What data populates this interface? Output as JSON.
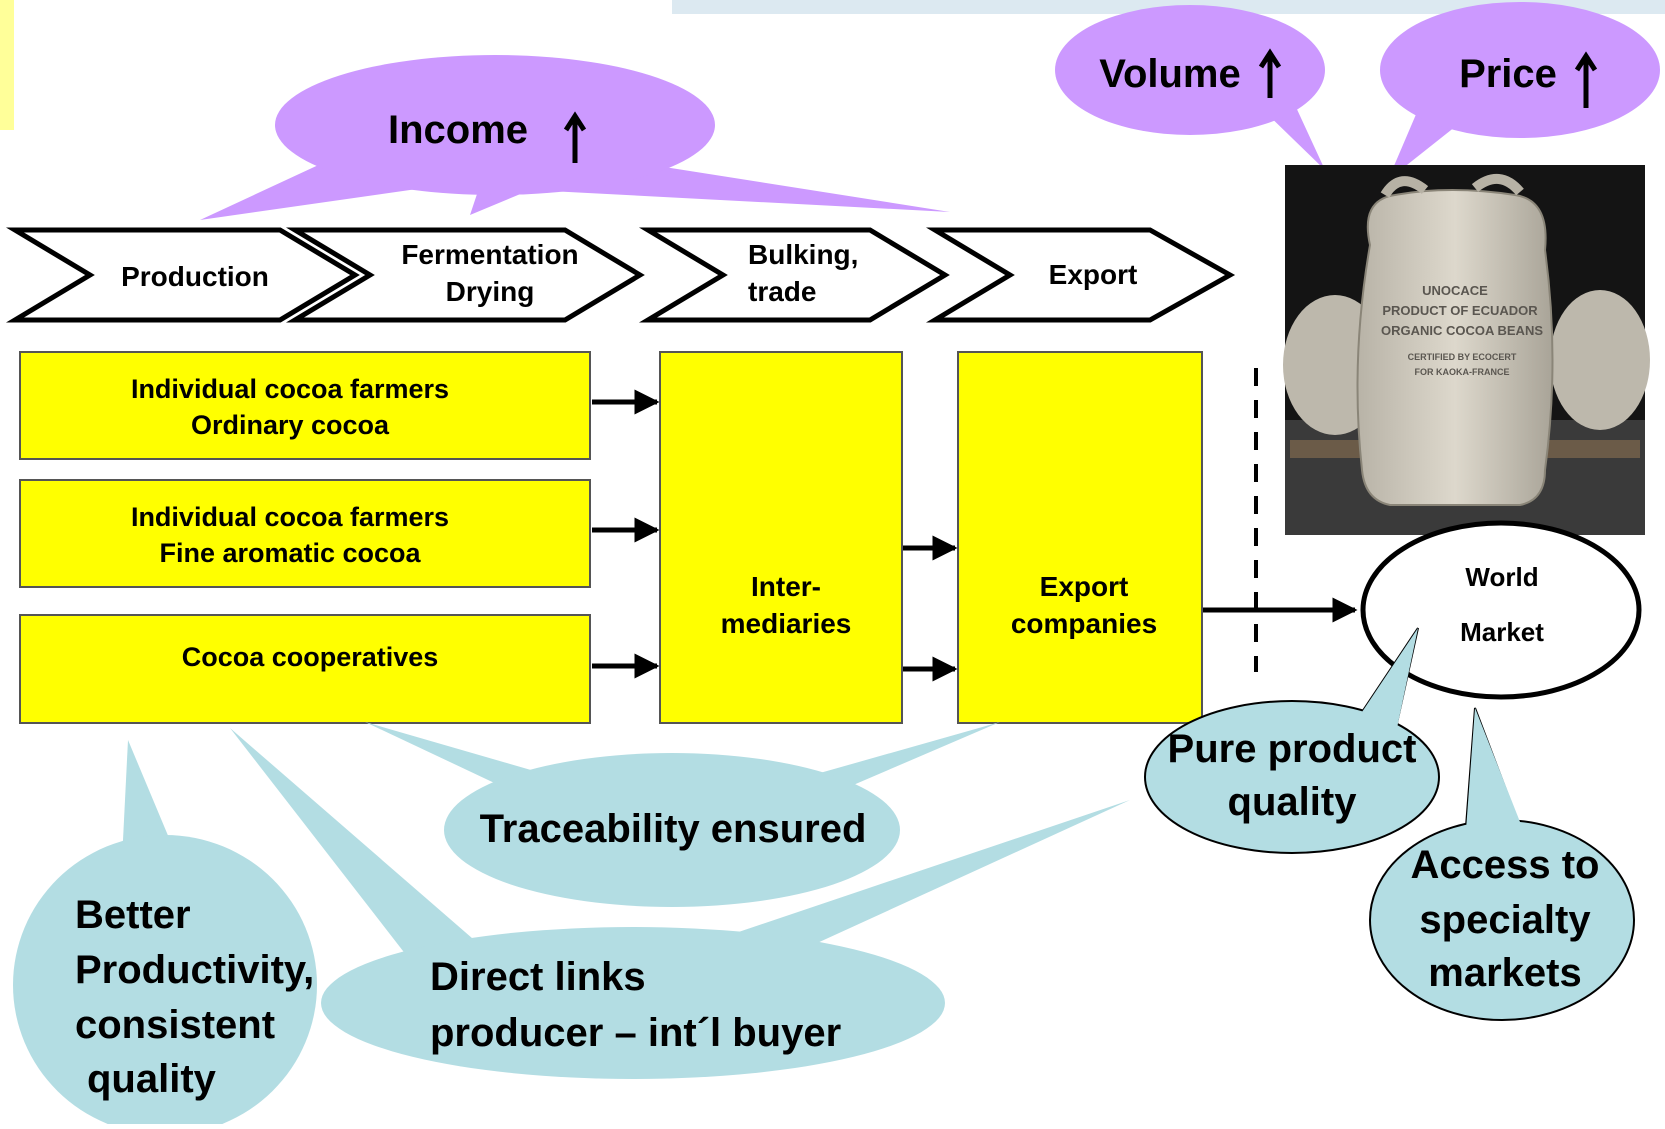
{
  "colors": {
    "lilac": "#cc99ff",
    "teal": "#b3dde3",
    "box_yellow": "#ffff00",
    "line": "#000000",
    "photo_bg": "#141414",
    "sack": "#d7d2c6"
  },
  "bubbles": {
    "income": "Income",
    "volume": "Volume",
    "price": "Price",
    "traceability": "Traceability ensured",
    "better_productivity": [
      "Better",
      "Productivity,",
      "consistent",
      "quality"
    ],
    "direct_links": [
      "Direct links",
      "producer – int´l buyer"
    ],
    "pure_quality": [
      "Pure product",
      "quality"
    ],
    "access_specialty": [
      "Access to",
      "specialty",
      "markets"
    ]
  },
  "stages": [
    {
      "label": [
        "Production"
      ]
    },
    {
      "label": [
        "Fermentation",
        "Drying"
      ]
    },
    {
      "label": [
        "Bulking,",
        "trade"
      ]
    },
    {
      "label": [
        "Export"
      ]
    }
  ],
  "actors": {
    "farmers_ordinary": [
      "Individual cocoa farmers",
      "Ordinary cocoa"
    ],
    "farmers_fine": [
      "Individual cocoa farmers",
      "Fine aromatic cocoa"
    ],
    "cooperatives": [
      "Cocoa cooperatives"
    ],
    "intermediaries": [
      "Inter-",
      "mediaries"
    ],
    "exporters": [
      "Export",
      "companies"
    ]
  },
  "world_market": [
    "World",
    "Market"
  ],
  "sack_label": [
    "UNOCACE",
    "PRODUCT OF ECUADOR",
    "ORGANIC COCOA BEANS",
    "CERTIFIED BY ECOCERT",
    "FOR KAOKA-FRANCE"
  ]
}
